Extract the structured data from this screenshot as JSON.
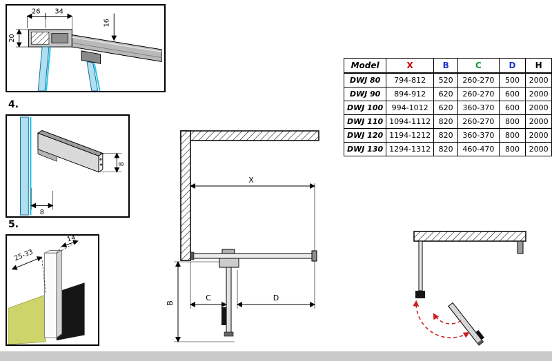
{
  "page": {
    "background": "#ffffff",
    "footer_bar_color": "#c9c9c9"
  },
  "sections": {
    "detail4_label": "4.",
    "detail5_label": "5."
  },
  "detail_top": {
    "dim_26": "26",
    "dim_34": "34",
    "dim_16": "16",
    "dim_20": "20"
  },
  "detail4": {
    "dim_profile_thickness": "8",
    "dim_profile_width": "8"
  },
  "detail5": {
    "dim_wall_range": "25-33",
    "dim_profile_depth": "14"
  },
  "main_view": {
    "dim_x": "X",
    "dim_b": "B",
    "dim_c": "C",
    "dim_d": "D"
  },
  "swing_view": {
    "arrow_color": "#cc2020"
  },
  "glass_colors": {
    "fill": "#aee0f2",
    "edge": "#29c5ea"
  },
  "table": {
    "headers": [
      {
        "label": "Model",
        "color": "#000000"
      },
      {
        "label": "X",
        "color": "#cc0000"
      },
      {
        "label": "B",
        "color": "#2233cc"
      },
      {
        "label": "C",
        "color": "#009933"
      },
      {
        "label": "D",
        "color": "#2233cc"
      },
      {
        "label": "H",
        "color": "#000000"
      }
    ],
    "rows": [
      {
        "model": "DWJ 80",
        "x": "794-812",
        "b": "520",
        "c": "260-270",
        "d": "500",
        "h": "2000"
      },
      {
        "model": "DWJ 90",
        "x": "894-912",
        "b": "620",
        "c": "260-270",
        "d": "600",
        "h": "2000"
      },
      {
        "model": "DWJ 100",
        "x": "994-1012",
        "b": "620",
        "c": "360-370",
        "d": "600",
        "h": "2000"
      },
      {
        "model": "DWJ 110",
        "x": "1094-1112",
        "b": "820",
        "c": "260-270",
        "d": "800",
        "h": "2000"
      },
      {
        "model": "DWJ 120",
        "x": "1194-1212",
        "b": "820",
        "c": "360-370",
        "d": "800",
        "h": "2000"
      },
      {
        "model": "DWJ 130",
        "x": "1294-1312",
        "b": "820",
        "c": "460-470",
        "d": "800",
        "h": "2000"
      }
    ]
  }
}
